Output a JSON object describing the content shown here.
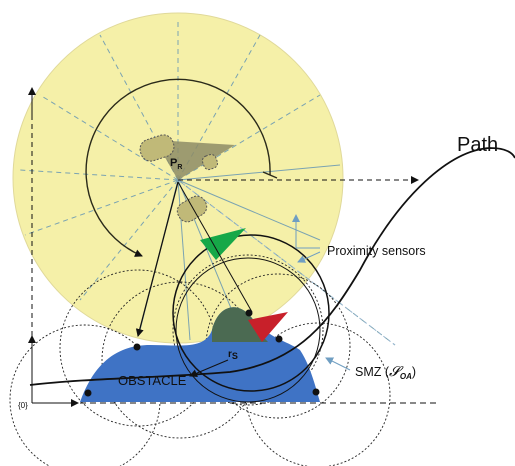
{
  "labels": {
    "path": "Path",
    "proximity_sensors": "Proximity sensors",
    "obstacle": "OBSTACLE",
    "smz_prefix": "SMZ (",
    "smz_symbol": "𝓢",
    "smz_subscript": "OA",
    "smz_suffix": ")",
    "robot_point_main": "P",
    "robot_point_sub": "R",
    "contact_point_main": "r",
    "contact_point_sub": "S",
    "origin": "{0}"
  },
  "colors": {
    "sensing_disc": "#f5f0a8",
    "obstacle": "#3f73c5",
    "obstacle_dark": "#4b6a52",
    "robot_body": "#8d8c66",
    "robot_wheel": "#c0b978",
    "sensor_beam": "#7aa3b2",
    "direction_arrow_green": "#16a848",
    "direction_arrow_red": "#c8202a",
    "line": "#111111"
  }
}
